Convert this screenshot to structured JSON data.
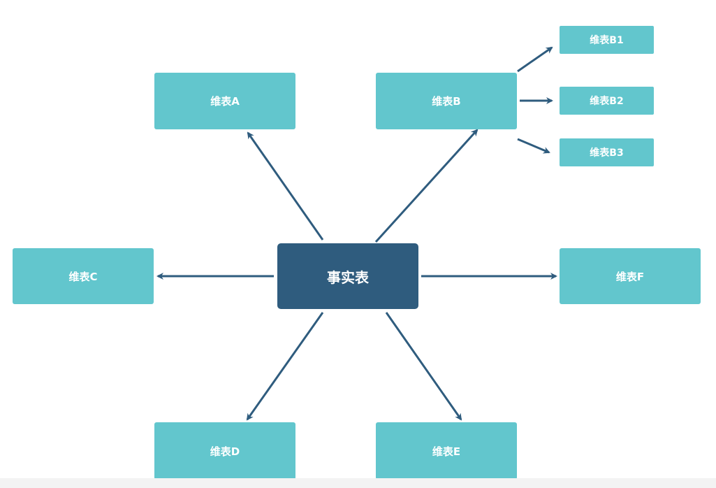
{
  "diagram": {
    "fact": {
      "label": "事实表"
    },
    "dimensions": {
      "a": {
        "label": "维表A"
      },
      "b": {
        "label": "维表B"
      },
      "c": {
        "label": "维表C"
      },
      "d": {
        "label": "维表D"
      },
      "e": {
        "label": "维表E"
      },
      "f": {
        "label": "维表F"
      }
    },
    "sub_dimensions": {
      "b1": {
        "label": "维表B1"
      },
      "b2": {
        "label": "维表B2"
      },
      "b3": {
        "label": "维表B3"
      }
    },
    "edges": [
      {
        "from": "fact",
        "to": "a"
      },
      {
        "from": "fact",
        "to": "b"
      },
      {
        "from": "fact",
        "to": "c"
      },
      {
        "from": "fact",
        "to": "d"
      },
      {
        "from": "fact",
        "to": "e"
      },
      {
        "from": "fact",
        "to": "f"
      },
      {
        "from": "b",
        "to": "b1"
      },
      {
        "from": "b",
        "to": "b2"
      },
      {
        "from": "b",
        "to": "b3"
      }
    ],
    "colors": {
      "dimension_fill": "#62c6cd",
      "fact_fill": "#2f5c7e",
      "arrow": "#2f5c7e",
      "text": "#ffffff"
    }
  }
}
